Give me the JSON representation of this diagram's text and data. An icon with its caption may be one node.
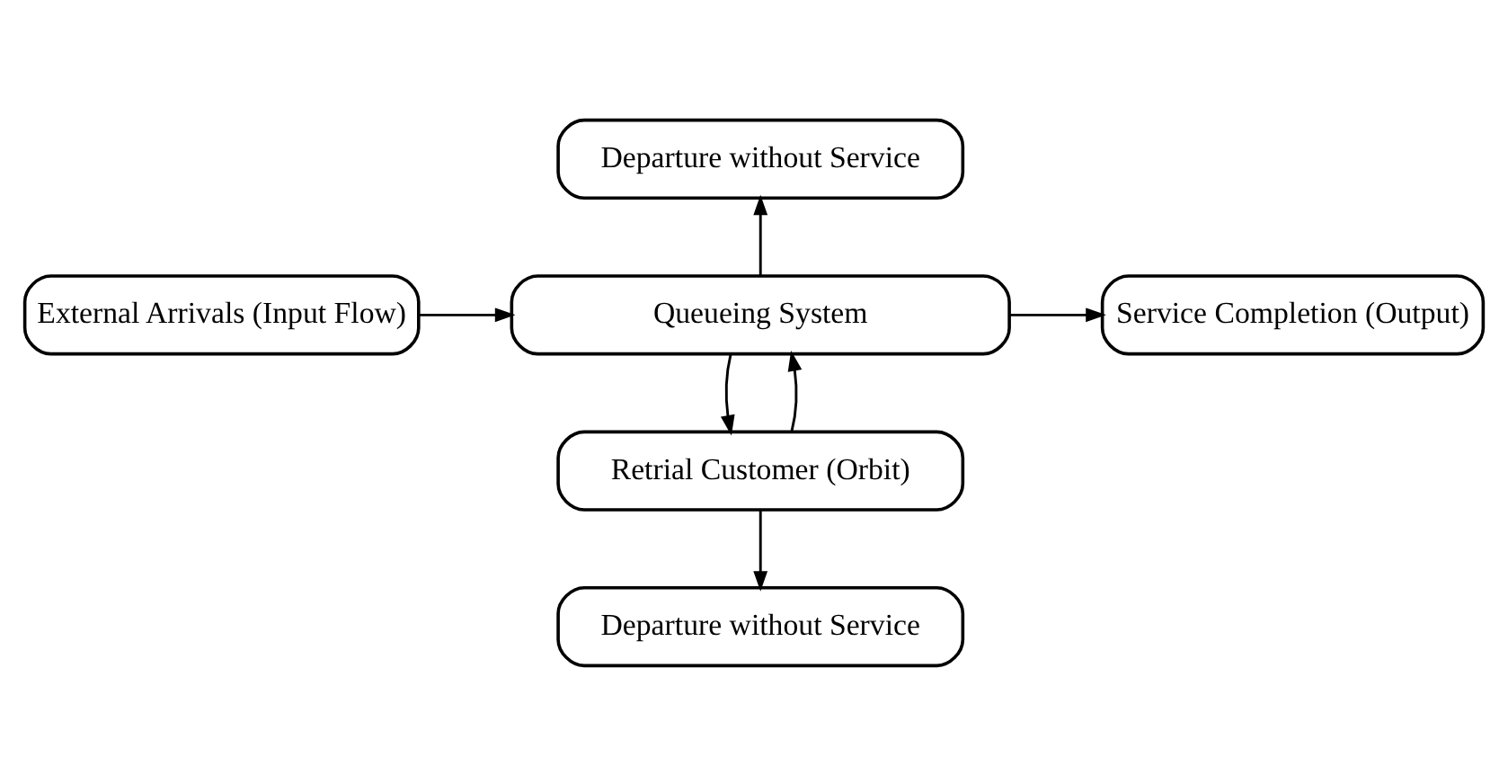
{
  "diagram": {
    "nodes": [
      {
        "text": [
          "Departure without Service"
        ]
      },
      {
        "text": [
          "External Arrivals (Input Flow)"
        ]
      },
      {
        "text": [
          "Queueing System"
        ]
      },
      {
        "text": [
          "Service Completion (Output)"
        ]
      },
      {
        "text": [
          "Retrial Customer (Orbit)"
        ]
      },
      {
        "text": [
          "Departure without Service"
        ]
      }
    ],
    "edges": [
      {
        "from": 1,
        "to": 2,
        "arrow": "to"
      },
      {
        "from": 2,
        "to": 0,
        "arrow": "to"
      },
      {
        "from": 2,
        "to": 3,
        "arrow": "to"
      },
      {
        "from": 2,
        "to": 4,
        "arrow": "to"
      },
      {
        "from": 4,
        "to": 2,
        "arrow": "to"
      },
      {
        "from": 4,
        "to": 5,
        "arrow": "to"
      }
    ]
  }
}
